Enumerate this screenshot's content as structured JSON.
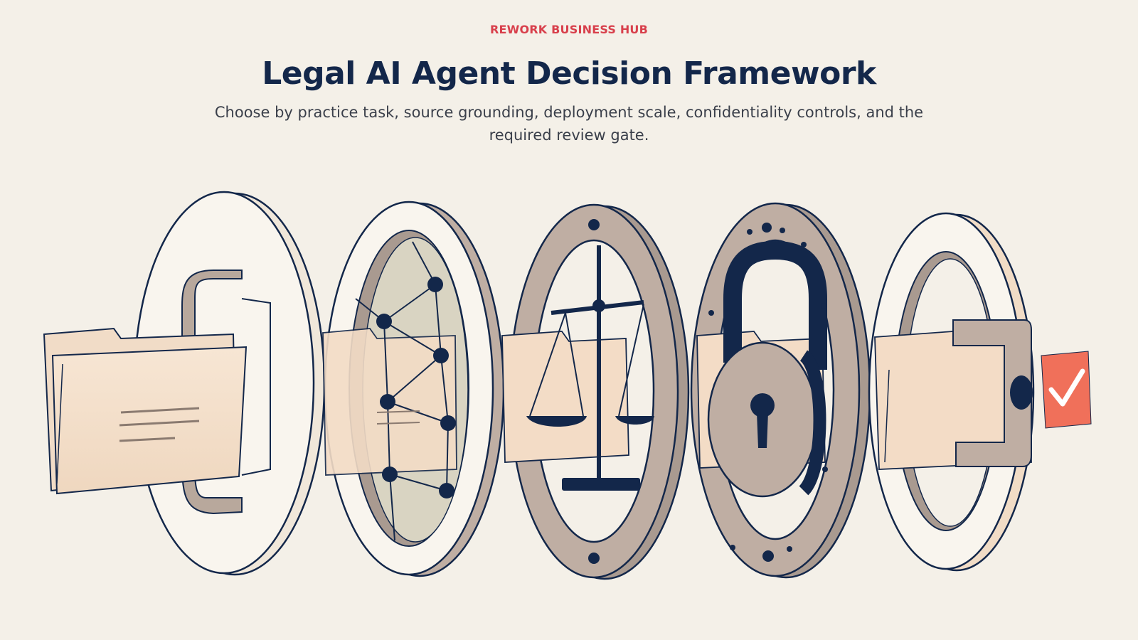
{
  "header": {
    "kicker": "REWORK BUSINESS HUB",
    "title": "Legal AI Agent Decision Framework",
    "subtitle": "Choose by practice task, source grounding, deployment scale, confidentiality controls, and the required review gate."
  },
  "illustration": {
    "stages": [
      {
        "icon": "folder-bracket-icon"
      },
      {
        "icon": "network-graph-icon"
      },
      {
        "icon": "scales-of-justice-icon"
      },
      {
        "icon": "padlock-icon"
      },
      {
        "icon": "review-checkmark-icon"
      }
    ],
    "colors": {
      "background": "#f4f0e8",
      "navy": "#13274a",
      "taupe": "#bfaea3",
      "folder": "#f3dfca",
      "accent": "#f0705a",
      "kicker": "#d8404c"
    }
  }
}
